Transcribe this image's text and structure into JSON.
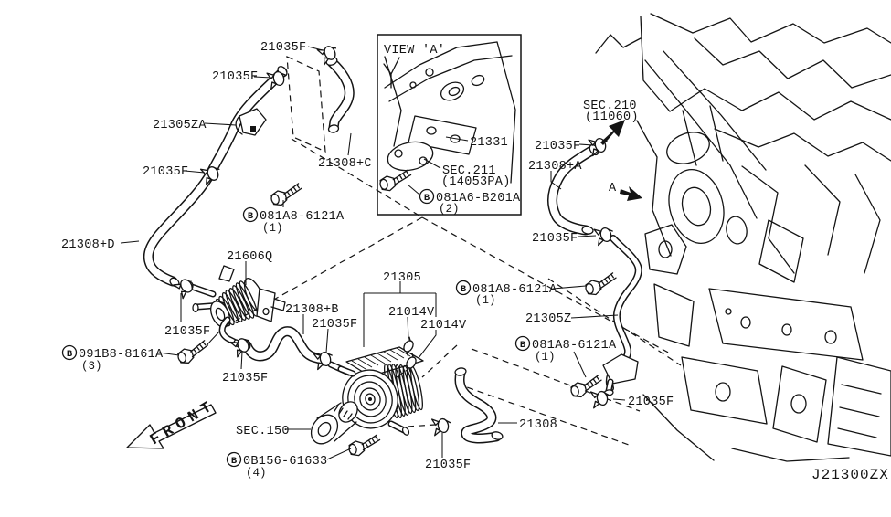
{
  "drawing_number": "J21300ZX",
  "colors": {
    "line": "#141414",
    "background": "#ffffff"
  },
  "labels": {
    "hose_c_clamp_top": "21035F",
    "hose_d_clamp_top": "21035F",
    "tube_za": "21305ZA",
    "hose_d_clamp_mid": "21035F",
    "hose_c": "21308+C",
    "circled_b": "B",
    "bolt_main_1": "081A8-6121A",
    "bolt_main_1_qty": "(1)",
    "hose_d": "21308+D",
    "cooler_upper": "21606Q",
    "cooler_clamp_left": "21035F",
    "bolt_cooler": "091B8-8161A",
    "bolt_cooler_qty": "(3)",
    "cooler_clamp_bottom": "21035F",
    "hose_b": "21308+B",
    "hose_b_clamp": "21035F",
    "cooler_assy": "21305",
    "clamp_21014v_1": "21014V",
    "clamp_21014v_2": "21014V",
    "bolt_main_2": "081A8-6121A",
    "bolt_main_2_qty": "(1)",
    "tube_z": "21305Z",
    "bolt_main_3": "081A8-6121A",
    "bolt_main_3_qty": "(1)",
    "tube_z_clamp": "21035F",
    "hose_main": "21308",
    "hose_main_clamp": "21035F",
    "sec_150": "SEC.150",
    "bolt_filter": "0B156-61633",
    "bolt_filter_qty": "(4)",
    "front": "FRONT",
    "view_a_title": "VIEW 'A'",
    "bracket": "21331",
    "sec_211": "SEC.211",
    "sec_211_ref": "(14053PA)",
    "bolt_view_a": "081A6-B201A",
    "bolt_view_a_qty": "(2)",
    "sec_210": "SEC.210",
    "sec_210_ref": "(11060)",
    "hose_a_clamp_top": "21035F",
    "hose_a": "21308+A",
    "view_marker": "A",
    "hose_a_clamp_bottom": "21035F"
  }
}
